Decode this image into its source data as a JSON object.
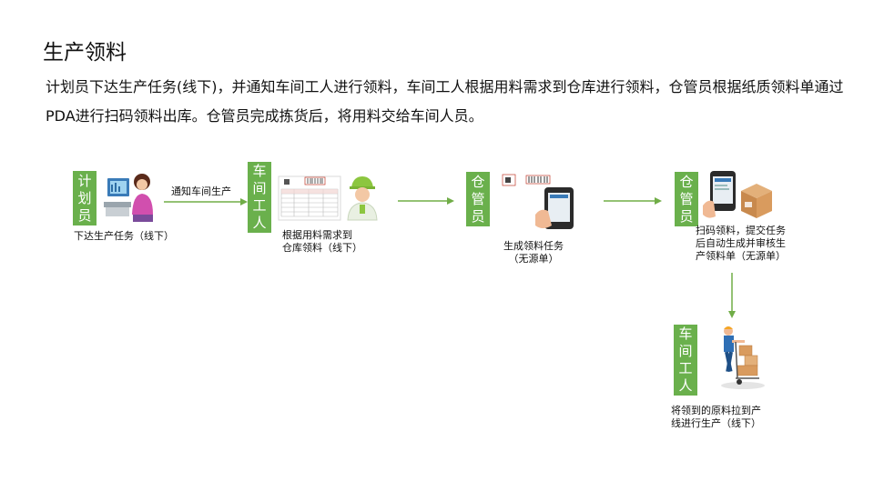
{
  "title": "生产领料",
  "description": "计划员下达生产任务(线下)，并通知车间工人进行领料，车间工人根据用料需求到仓库进行领料，仓管员根据纸质领料单通过PDA进行扫码领料出库。仓管员完成拣货后，将用料交给车间人员。",
  "roles": {
    "planner": "计划员",
    "worker": "车间工人",
    "warehouse1": "仓管员",
    "warehouse2": "仓管员",
    "worker2": "车间工人"
  },
  "arrow_labels": {
    "notify": "通知车间生产"
  },
  "captions": {
    "planner": "下达生产任务（线下）",
    "worker_line1": "根据用料需求到",
    "worker_line2": "仓库领料（线下）",
    "task_line1": "生成领料任务",
    "task_line2": "（无源单）",
    "scan_line1": "扫码领料，提交任务",
    "scan_line2": "后自动生成并审核生",
    "scan_line3": "产领料单（无源单）",
    "deliver_line1": "将领到的原料拉到产",
    "deliver_line2": "线进行生产（线下）"
  },
  "colors": {
    "role_green": "#6ab04c",
    "arrow_green": "#70ad47"
  },
  "icons": [
    "computer-user-icon",
    "picking-list-icon",
    "warehouse-worker-icon",
    "pda-scanner-icon",
    "cargo-box-icon",
    "hand-truck-worker-icon"
  ]
}
